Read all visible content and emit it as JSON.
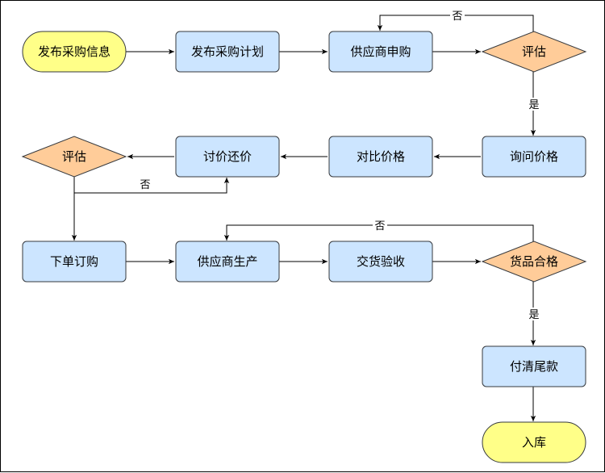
{
  "colors": {
    "process_fill": "#cce5ff",
    "process_stroke": "#36393d",
    "terminal_fill": "#ffff88",
    "decision_fill": "#ffcc99",
    "line": "#000000"
  },
  "nodes": {
    "start": "发布采购信息",
    "plan": "发布采购计划",
    "supplier_apply": "供应商申购",
    "evaluate_1": "评估",
    "inquiry": "询问价格",
    "compare": "对比价格",
    "bargain": "讨价还价",
    "evaluate_2": "评估",
    "order": "下单订购",
    "produce": "供应商生产",
    "delivery": "交货验收",
    "quality": "货品合格",
    "payment": "付清尾款",
    "end": "入库"
  },
  "edge_labels": {
    "eval1_no": "否",
    "eval1_yes": "是",
    "eval2_no": "否",
    "quality_no": "否",
    "quality_yes": "是"
  }
}
